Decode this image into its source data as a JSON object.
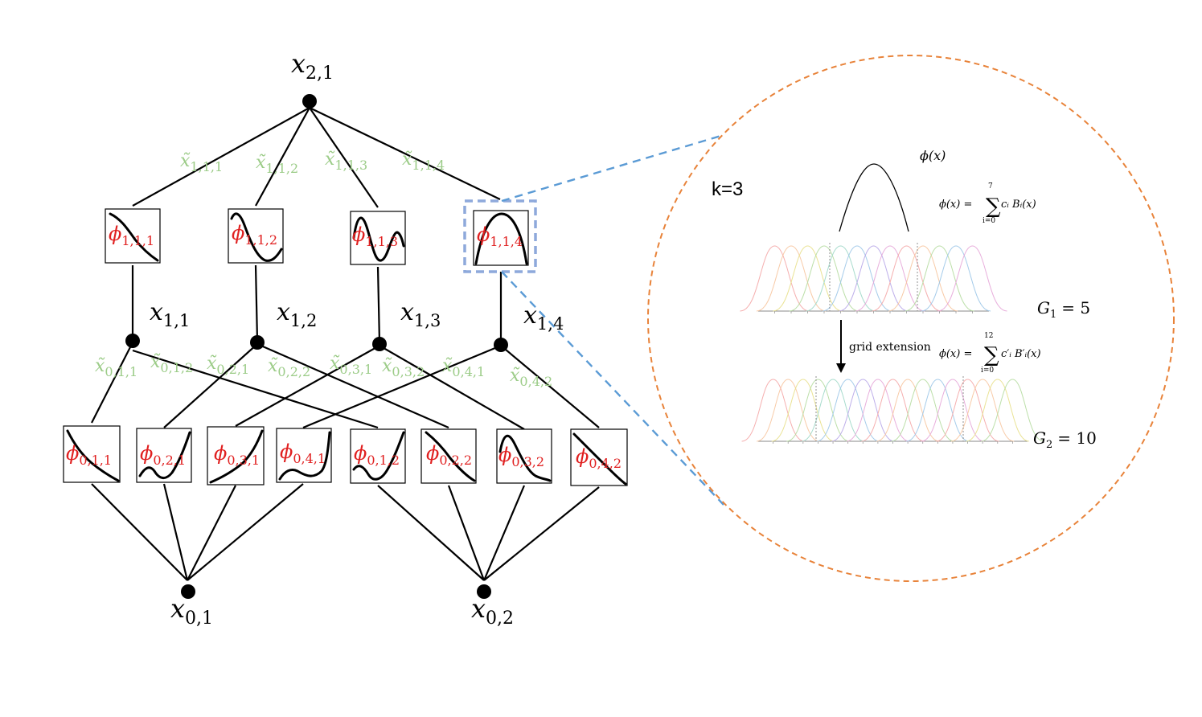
{
  "nodes": {
    "top": {
      "base": "x",
      "sub": "2,1"
    },
    "hidden": [
      {
        "base": "x",
        "sub": "1,1"
      },
      {
        "base": "x",
        "sub": "1,2"
      },
      {
        "base": "x",
        "sub": "1,3"
      },
      {
        "base": "x",
        "sub": "1,4"
      }
    ],
    "inputs": [
      {
        "base": "x",
        "sub": "0,1"
      },
      {
        "base": "x",
        "sub": "0,2"
      }
    ]
  },
  "layer1_functions": [
    {
      "base": "ϕ",
      "sub": "1,1,1"
    },
    {
      "base": "ϕ",
      "sub": "1,1,2"
    },
    {
      "base": "ϕ",
      "sub": "1,1,3"
    },
    {
      "base": "ϕ",
      "sub": "1,1,4"
    }
  ],
  "layer0_functions": [
    {
      "base": "ϕ",
      "sub": "0,1,1"
    },
    {
      "base": "ϕ",
      "sub": "0,2,1"
    },
    {
      "base": "ϕ",
      "sub": "0,3,1"
    },
    {
      "base": "ϕ",
      "sub": "0,4,1"
    },
    {
      "base": "ϕ",
      "sub": "0,1,2"
    },
    {
      "base": "ϕ",
      "sub": "0,2,2"
    },
    {
      "base": "ϕ",
      "sub": "0,3,2"
    },
    {
      "base": "ϕ",
      "sub": "0,4,2"
    }
  ],
  "layer1_edges": [
    {
      "base": "x̃",
      "sub": "1,1,1"
    },
    {
      "base": "x̃",
      "sub": "1,1,2"
    },
    {
      "base": "x̃",
      "sub": "1,1,3"
    },
    {
      "base": "x̃",
      "sub": "1,1,4"
    }
  ],
  "layer0_edges": [
    {
      "base": "x̃",
      "sub": "0,1,1"
    },
    {
      "base": "x̃",
      "sub": "0,1,2"
    },
    {
      "base": "x̃",
      "sub": "0,2,1"
    },
    {
      "base": "x̃",
      "sub": "0,2,2"
    },
    {
      "base": "x̃",
      "sub": "0,3,1"
    },
    {
      "base": "x̃",
      "sub": "0,3,2"
    },
    {
      "base": "x̃",
      "sub": "0,4,1"
    },
    {
      "base": "x̃",
      "sub": "0,4,2"
    }
  ],
  "zoom": {
    "k_label": "k=3",
    "phi_label": "ϕ(x)",
    "formula1": {
      "lhs": "ϕ(x) =",
      "sum_top": "7",
      "sum_bottom": "i=0",
      "term": "cᵢ Bᵢ(x)"
    },
    "formula2": {
      "lhs": "ϕ(x) =",
      "sum_top": "12",
      "sum_bottom": "i=0",
      "term": "c′ᵢ B′ᵢ(x)"
    },
    "arrow_label": "grid extension",
    "g1": {
      "base": "G",
      "sub": "1",
      "rhs": "= 5"
    },
    "g2": {
      "base": "G",
      "sub": "2",
      "rhs": "= 10"
    }
  },
  "colors": {
    "edge_label": "#9ccc88",
    "phi_label": "#e02020",
    "zoom_circle": "#e8833a",
    "zoom_lines": "#5b9bd5",
    "highlight_box": "#8ea9db",
    "basis_palette": [
      "#f4a6a6",
      "#f7c59f",
      "#e8e08a",
      "#b5dca0",
      "#9fd8c8",
      "#9cc7e8",
      "#b7a6e8",
      "#e6a6d8",
      "#f4a6a6",
      "#f7c59f",
      "#b5dca0",
      "#9cc7e8",
      "#e6a6d8"
    ]
  }
}
